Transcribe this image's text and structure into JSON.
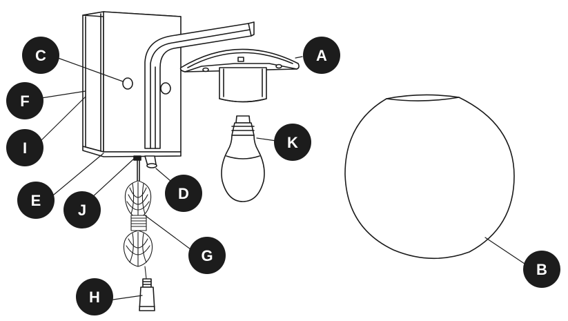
{
  "diagram": {
    "colors": {
      "line": "#1a1a1a",
      "badge": "#1c1c1c",
      "badge_text": "#ffffff",
      "background": "#ffffff"
    },
    "labels": [
      {
        "key": "A",
        "text": "A"
      },
      {
        "key": "B",
        "text": "B"
      },
      {
        "key": "C",
        "text": "C"
      },
      {
        "key": "D",
        "text": "D"
      },
      {
        "key": "E",
        "text": "E"
      },
      {
        "key": "F",
        "text": "F"
      },
      {
        "key": "G",
        "text": "G"
      },
      {
        "key": "H",
        "text": "H"
      },
      {
        "key": "I",
        "text": "I"
      },
      {
        "key": "J",
        "text": "J"
      },
      {
        "key": "K",
        "text": "K"
      }
    ]
  }
}
